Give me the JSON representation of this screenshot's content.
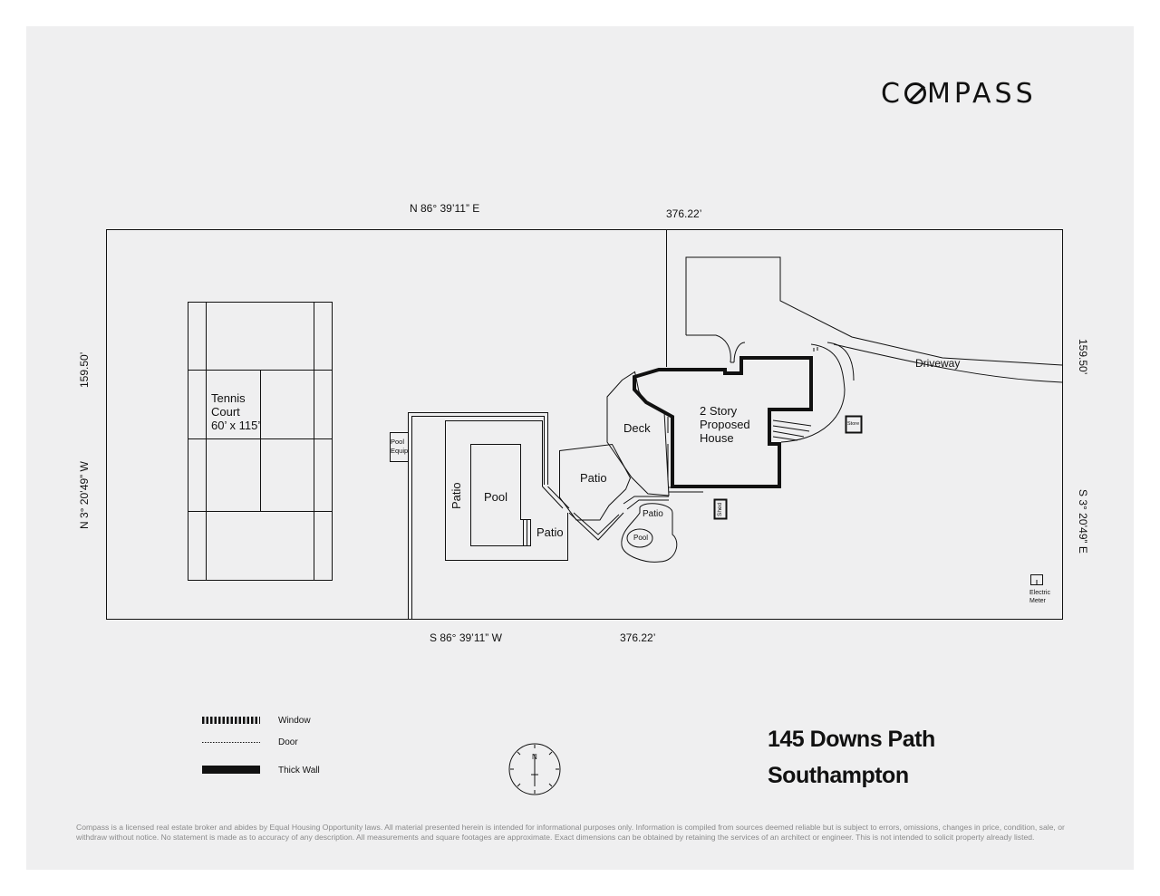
{
  "brand": {
    "name_pre": "C",
    "name_post": "MPASS"
  },
  "boundary": {
    "top_bearing": "N 86° 39’11” E",
    "top_distance": "376.22’",
    "bottom_bearing": "S 86° 39’11” W",
    "bottom_distance": "376.22’",
    "left_bearing": "N 3° 20’49” W",
    "left_distance": "159.50’",
    "right_bearing": "S 3° 20’49” E",
    "right_distance": "159.50’"
  },
  "rooms": {
    "tennis_line1": "Tennis",
    "tennis_line2": "Court",
    "tennis_line3": "60’ x 115’",
    "pool_equip_line1": "Pool",
    "pool_equip_line2": "Equip",
    "patio_left": "Patio",
    "pool_main": "Pool",
    "patio_small": "Patio",
    "patio_center": "Patio",
    "deck": "Deck",
    "house_line1": "2 Story",
    "house_line2": "Proposed",
    "house_line3": "House",
    "patio_spa": "Patio",
    "pool_spa": "Pool",
    "shed": "Shed",
    "store": "Store",
    "driveway": "Driveway",
    "electric_line1": "Electric",
    "electric_line2": "Meter"
  },
  "legend": {
    "window": "Window",
    "door": "Door",
    "thick_wall": "Thick Wall"
  },
  "compass_rose": {
    "north": "N"
  },
  "address": {
    "line1": "145 Downs Path",
    "line2": "Southampton"
  },
  "disclaimer": "Compass is a licensed real estate broker and abides by Equal Housing Opportunity laws. All material presented herein is intended for informational purposes only. Information is compiled from sources deemed reliable but is subject to errors, omissions, changes in price, condition, sale, or withdraw without notice. No statement is made as to accuracy of any description. All measurements and square footages are approximate. Exact dimensions can be obtained by retaining the services of an architect or engineer. This is not intended to solicit property already listed.",
  "colors": {
    "sheet": "#efeff0",
    "line": "#111111",
    "muted": "#8a8a8a"
  }
}
